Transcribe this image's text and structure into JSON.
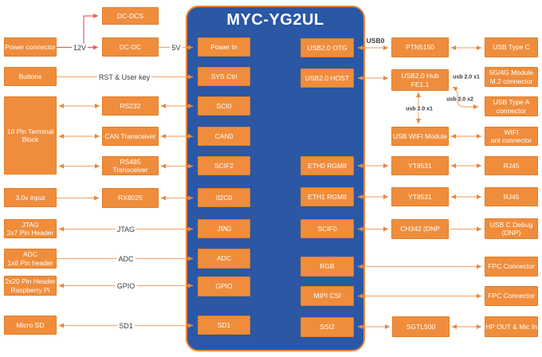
{
  "title": "MYC-YG2UL",
  "colors": {
    "block_orange": "#EF8D3C",
    "som_blue": "#2B57A5",
    "som_border_orange": "#E8873C",
    "wire_orange": "#F2AC78",
    "wire_red": "#EC5B5B",
    "wire_label_text": "#3B3B3B",
    "block_text": "#FFFFFF",
    "background": "#FFFFFF"
  },
  "far_left": [
    "Power connector",
    "Buttons",
    "10 Pin Terminal\nBlock",
    "3.0v input",
    "JTAG\n2x7 Pin Header",
    "ADC\n1x6 Pin header",
    "2x20 Pin Header\nRaspberry Pi",
    "Micro SD"
  ],
  "col2": [
    "DC-DCS",
    "DC-DC",
    "RS232",
    "CAN Transceiver",
    "RS485 Transceiver",
    "RX8025"
  ],
  "som_left": [
    "Power In",
    "SYS Ctrl",
    "SCI0",
    "CAN0",
    "SCIF2",
    "II2C0",
    "JTAG",
    "ADC",
    "GPIO",
    "SD1"
  ],
  "som_right": [
    "USB2.0 OTG",
    "USB2.0 HOST",
    "ETH0 RGMII",
    "ETH1 RGMII",
    "SCIF0",
    "RGB",
    "MIPI CSI",
    "SSI2"
  ],
  "col3": [
    "PTN5150",
    "USB2.0 Hub\nFE1.1",
    "USB WIFI Module",
    "YT8531",
    "YT8531",
    "CH342  (DNP",
    "SGTL500"
  ],
  "far_right": [
    "USB Type C",
    "5G/4G Module\nM.2 connector",
    "USB Type A\nconnector",
    "WIFI\nant connector",
    "RJ45",
    "RJ45",
    "USB C Debug\n(DNP)",
    "FPC Connector",
    "FPC Connector",
    "HP OUT & Mic In"
  ],
  "wire_labels": {
    "v12": "12V",
    "v5": "5V",
    "rst": "RST & User key",
    "jtag": "JTAG",
    "adc": "ADC",
    "gpio": "GPIO",
    "sd1": "SD1",
    "usb0": "USB0",
    "usb_x1_a": "usb 2.0 x1",
    "usb_x1_b": "usb 2.0 x1",
    "usb_x2": "usb 2.0 x2"
  }
}
